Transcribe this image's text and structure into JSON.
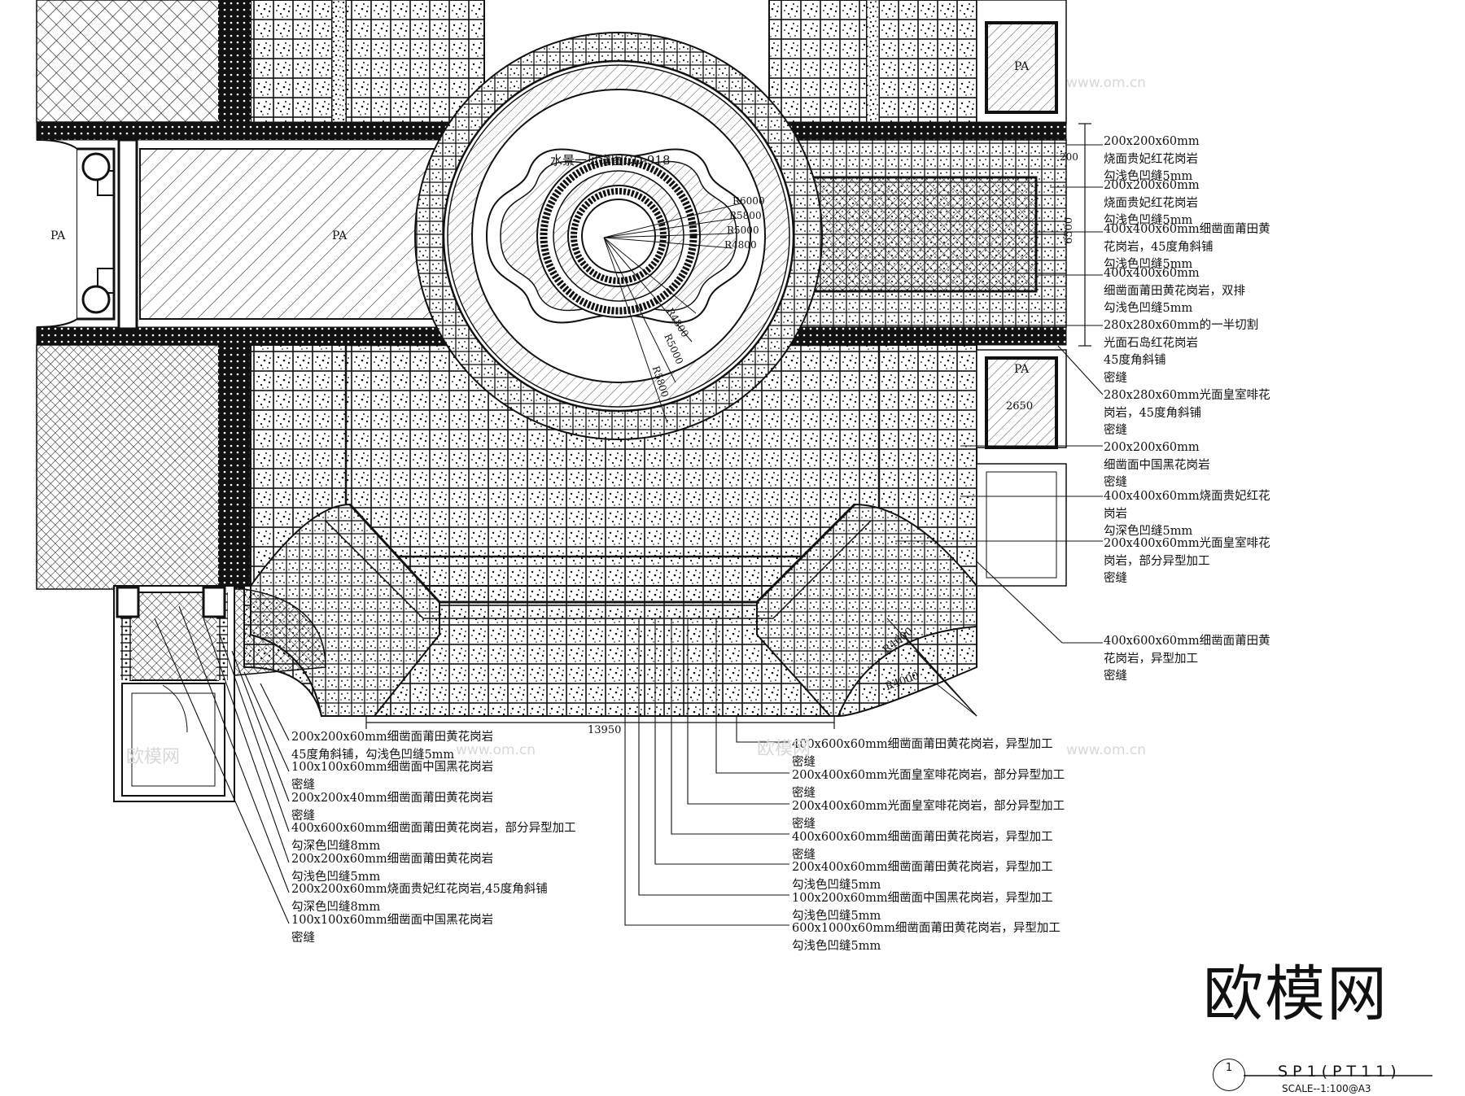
{
  "water_feature_label": "水景一见详图CD-918",
  "area_labels": [
    "PA",
    "PA",
    "PA",
    "PA"
  ],
  "radii": [
    "R6000",
    "R5800",
    "R5000",
    "R4800",
    "R4800",
    "R5000",
    "R5800",
    "R4600",
    "R4000"
  ],
  "dimensions": {
    "width_bottom": "13950",
    "height_right": "6500",
    "top_right": "200",
    "planter": "2650"
  },
  "right_notes": [
    "200x200x60mm\n烧面贵妃红花岗岩\n勾浅色凹缝5mm",
    "200x200x60mm\n烧面贵妃红花岗岩\n勾浅色凹缝5mm",
    "400x400x60mm细凿面莆田黄\n花岗岩，45度角斜铺\n勾浅色凹缝5mm",
    "400x400x60mm\n细凿面莆田黄花岗岩，双排\n勾浅色凹缝5mm",
    "280x280x60mm的一半切割\n光面石岛红花岗岩\n45度角斜铺\n密缝",
    "280x280x60mm光面皇室啡花\n岗岩，45度角斜铺\n密缝",
    "200x200x60mm\n细凿面中国黑花岗岩\n密缝",
    "400x400x60mm烧面贵妃红花\n岗岩\n勾深色凹缝5mm",
    "200x400x60mm光面皇室啡花\n岗岩，部分异型加工\n密缝",
    "400x600x60mm细凿面莆田黄\n花岗岩，异型加工\n密缝"
  ],
  "bottom_left_notes": [
    "200x200x60mm细凿面莆田黄花岗岩\n45度角斜铺，勾浅色凹缝5mm",
    "100x100x60mm细凿面中国黑花岗岩\n密缝",
    "200x200x40mm细凿面莆田黄花岗岩\n密缝",
    "400x600x60mm细凿面莆田黄花岗岩，部分异型加工\n勾深色凹缝8mm",
    "200x200x60mm细凿面莆田黄花岗岩\n勾浅色凹缝5mm",
    "200x200x60mm烧面贵妃红花岗岩,45度角斜铺\n勾深色凹缝8mm",
    "100x100x60mm细凿面中国黑花岗岩\n密缝"
  ],
  "bottom_mid_notes": [
    "400x600x60mm细凿面莆田黄花岗岩，异型加工\n密缝",
    "200x400x60mm光面皇室啡花岗岩，部分异型加工\n密缝",
    "200x400x60mm光面皇室啡花岗岩，部分异型加工\n密缝",
    "400x600x60mm细凿面莆田黄花岗岩，异型加工\n密缝",
    "200x400x60mm细凿面莆田黄花岗岩，异型加工\n勾浅色凹缝5mm",
    "100x200x60mm细凿面中国黑花岗岩，异型加工\n勾浅色凹缝5mm",
    "600x1000x60mm细凿面莆田黄花岗岩，异型加工\n勾浅色凹缝5mm"
  ],
  "title_block": {
    "drawing_no": "1",
    "title": "SP1(PT11)",
    "scale": "SCALE--1:100@A3"
  },
  "brand": "欧模网",
  "watermarks": [
    "www.om.cn",
    "欧模网"
  ]
}
